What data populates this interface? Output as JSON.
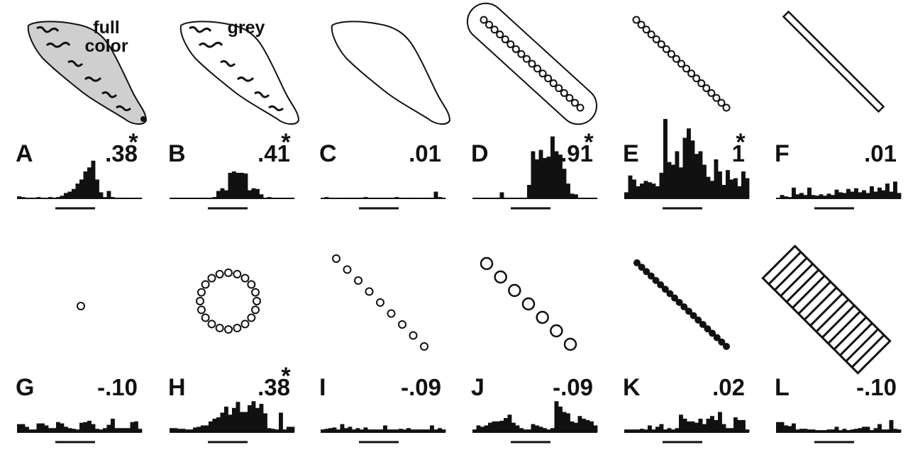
{
  "panels": [
    {
      "id": "A",
      "value": ".38",
      "significant": true,
      "caption": [
        "full",
        "color"
      ],
      "stimulus": "full-color-island",
      "histogram": [
        3,
        2,
        1,
        1,
        1,
        2,
        1,
        1,
        2,
        1,
        2,
        4,
        8,
        10,
        14,
        22,
        28,
        40,
        46,
        56,
        28,
        9,
        2,
        11,
        2,
        1,
        1,
        1,
        1,
        1,
        0,
        1
      ]
    },
    {
      "id": "B",
      "value": ".41",
      "significant": true,
      "caption": [
        "grey"
      ],
      "stimulus": "grey-island",
      "histogram": [
        1,
        1,
        1,
        0,
        1,
        1,
        0,
        1,
        1,
        1,
        1,
        2,
        11,
        15,
        12,
        38,
        40,
        38,
        38,
        37,
        12,
        15,
        14,
        6,
        1,
        2,
        1,
        1,
        0,
        1,
        0,
        1
      ]
    },
    {
      "id": "C",
      "value": ".01",
      "significant": false,
      "caption": [],
      "stimulus": "island-outline",
      "histogram": [
        1,
        2,
        1,
        1,
        0,
        1,
        1,
        1,
        1,
        1,
        0,
        2,
        1,
        1,
        1,
        1,
        1,
        1,
        1,
        2,
        1,
        1,
        1,
        1,
        1,
        0,
        1,
        1,
        1,
        10,
        2,
        1
      ]
    },
    {
      "id": "D",
      "value": ".91",
      "significant": true,
      "caption": [],
      "stimulus": "circles-in-outline",
      "histogram": [
        0,
        0,
        0,
        1,
        0,
        0,
        0,
        9,
        0,
        0,
        0,
        0,
        0,
        0,
        20,
        70,
        58,
        72,
        60,
        62,
        92,
        70,
        65,
        44,
        22,
        7,
        6,
        1,
        0,
        1,
        0,
        0
      ]
    },
    {
      "id": "E",
      "value": "1",
      "significant": true,
      "caption": [],
      "stimulus": "circle-line",
      "histogram": [
        9,
        34,
        28,
        18,
        22,
        26,
        24,
        22,
        18,
        38,
        118,
        54,
        50,
        70,
        46,
        90,
        104,
        86,
        66,
        70,
        50,
        32,
        26,
        58,
        40,
        20,
        42,
        28,
        30,
        18,
        40,
        30
      ]
    },
    {
      "id": "F",
      "value": ".01",
      "significant": false,
      "caption": [],
      "stimulus": "thin-bar",
      "histogram": [
        1,
        5,
        3,
        2,
        16,
        6,
        8,
        5,
        16,
        5,
        4,
        6,
        4,
        7,
        5,
        13,
        9,
        8,
        14,
        10,
        15,
        9,
        12,
        8,
        18,
        10,
        16,
        12,
        22,
        10,
        25,
        8
      ]
    },
    {
      "id": "G",
      "value": "-.10",
      "significant": false,
      "caption": [],
      "stimulus": "single-circle",
      "histogram": [
        12,
        12,
        8,
        4,
        4,
        13,
        13,
        10,
        6,
        6,
        15,
        13,
        8,
        6,
        5,
        4,
        14,
        15,
        17,
        12,
        5,
        4,
        6,
        11,
        20,
        6,
        6,
        6,
        6,
        15,
        16,
        5
      ]
    },
    {
      "id": "H",
      "value": ".38",
      "significant": true,
      "caption": [],
      "stimulus": "circle-ring",
      "histogram": [
        6,
        6,
        5,
        5,
        4,
        4,
        7,
        8,
        10,
        10,
        16,
        20,
        22,
        29,
        38,
        26,
        36,
        45,
        30,
        30,
        40,
        46,
        36,
        42,
        28,
        6,
        5,
        4,
        29,
        4,
        8,
        8
      ]
    },
    {
      "id": "I",
      "value": "-.09",
      "significant": false,
      "caption": [],
      "stimulus": "spaced-circle-line",
      "histogram": [
        4,
        5,
        6,
        7,
        4,
        12,
        6,
        8,
        4,
        6,
        4,
        7,
        4,
        4,
        4,
        4,
        10,
        4,
        4,
        4,
        5,
        4,
        6,
        4,
        4,
        4,
        4,
        4,
        10,
        4,
        6,
        4
      ]
    },
    {
      "id": "J",
      "value": "-.09",
      "significant": false,
      "caption": [],
      "stimulus": "large-circle-line",
      "histogram": [
        4,
        10,
        8,
        10,
        14,
        16,
        16,
        17,
        21,
        26,
        14,
        10,
        6,
        4,
        4,
        12,
        10,
        8,
        6,
        4,
        6,
        46,
        38,
        30,
        28,
        16,
        14,
        24,
        20,
        18,
        16,
        10
      ]
    },
    {
      "id": "K",
      "value": ".02",
      "significant": false,
      "caption": [],
      "stimulus": "filled-dot-line",
      "histogram": [
        4,
        4,
        4,
        4,
        5,
        4,
        10,
        4,
        8,
        12,
        4,
        6,
        4,
        6,
        26,
        20,
        16,
        16,
        14,
        20,
        12,
        20,
        24,
        18,
        30,
        12,
        6,
        6,
        22,
        18,
        18,
        4
      ]
    },
    {
      "id": "L",
      "value": "-.10",
      "significant": false,
      "caption": [],
      "stimulus": "striped-bar",
      "histogram": [
        15,
        15,
        10,
        9,
        13,
        4,
        5,
        5,
        4,
        4,
        3,
        3,
        3,
        4,
        4,
        8,
        3,
        5,
        3,
        4,
        5,
        6,
        8,
        8,
        3,
        6,
        12,
        4,
        4,
        18,
        5,
        4
      ]
    }
  ],
  "colors": {
    "ink": "#111111",
    "fill_gray": "#cfcfcf",
    "background": "#ffffff"
  }
}
